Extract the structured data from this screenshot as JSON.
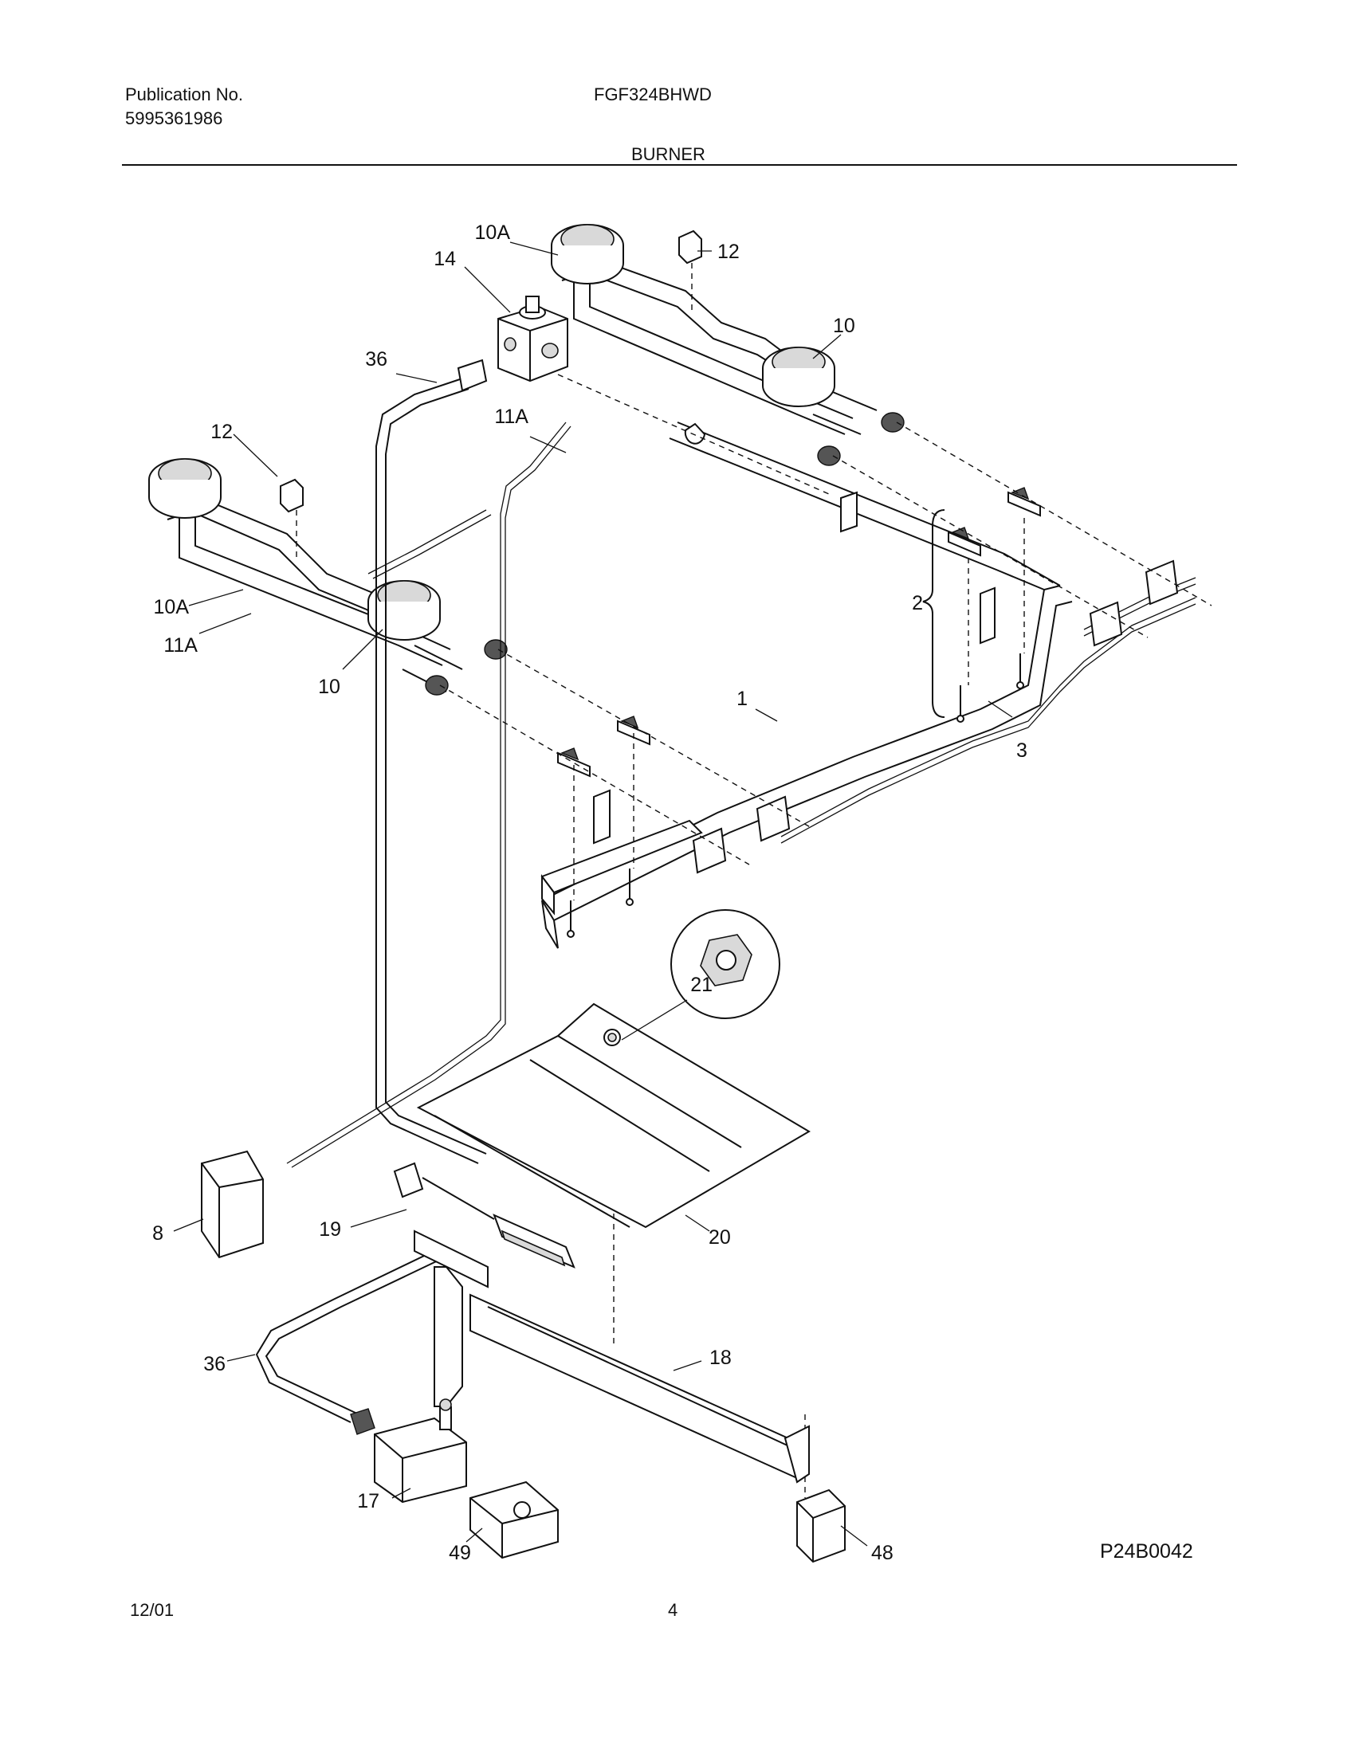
{
  "header": {
    "publication_label": "Publication No.",
    "publication_number": "5995361986",
    "model": "FGF324BHWD",
    "section_title": "BURNER"
  },
  "diagram": {
    "drawing_id": "P24B0042",
    "callouts": {
      "c1": "1",
      "c2": "2",
      "c3": "3",
      "c8": "8",
      "c10_top": "10",
      "c10_left": "10",
      "c10a_top": "10A",
      "c10a_left": "10A",
      "c11a_mid": "11A",
      "c11a_left": "11A",
      "c12_top": "12",
      "c12_left": "12",
      "c14": "14",
      "c17": "17",
      "c18": "18",
      "c19": "19",
      "c20": "20",
      "c21": "21",
      "c36_top": "36",
      "c36_bottom": "36",
      "c48": "48",
      "c49": "49"
    }
  },
  "footer": {
    "date": "12/01",
    "page": "4"
  }
}
